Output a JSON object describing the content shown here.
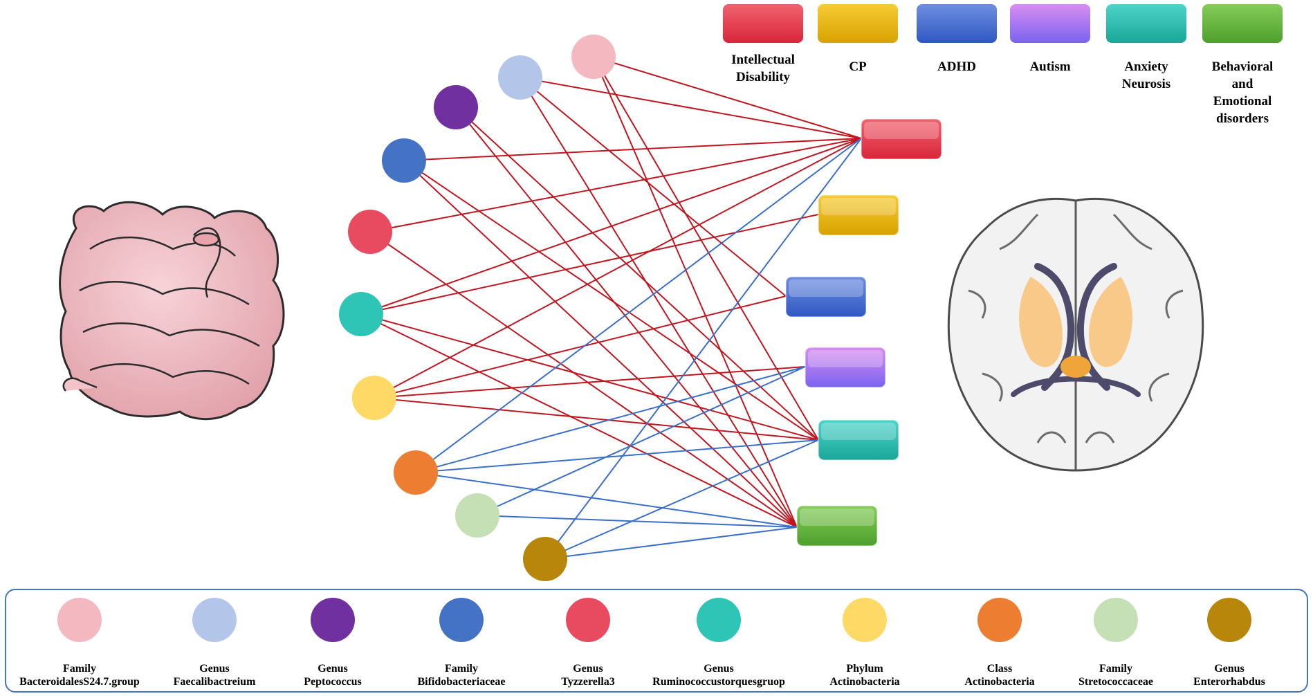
{
  "disorders": [
    {
      "key": "id",
      "lines": [
        "Intellectual",
        "Disability"
      ],
      "color_top": "#f0636f",
      "color_bottom": "#d9253a"
    },
    {
      "key": "cp",
      "lines": [
        "CP"
      ],
      "color_top": "#f6cc36",
      "color_bottom": "#d8a200"
    },
    {
      "key": "adhd",
      "lines": [
        "ADHD"
      ],
      "color_top": "#6f8ee0",
      "color_bottom": "#2f58c2"
    },
    {
      "key": "aut",
      "lines": [
        "Autism"
      ],
      "color_top": "#d98df0",
      "color_bottom": "#7a63f0"
    },
    {
      "key": "anx",
      "lines": [
        "Anxiety",
        "Neurosis"
      ],
      "color_top": "#4ed4c8",
      "color_bottom": "#1aa69a"
    },
    {
      "key": "beh",
      "lines": [
        "Behavioral",
        "and",
        "Emotional",
        "disorders"
      ],
      "color_top": "#86cc5a",
      "color_bottom": "#4e9f2c"
    }
  ],
  "taxa": [
    {
      "key": "t1",
      "lines": [
        "Family",
        "BacteroidalesS24.7.group"
      ],
      "color": "#f4b8c1"
    },
    {
      "key": "t2",
      "lines": [
        "Genus",
        "Faecalibactreium"
      ],
      "color": "#b3c6ea"
    },
    {
      "key": "t3",
      "lines": [
        "Genus",
        "Peptococcus"
      ],
      "color": "#7030a0"
    },
    {
      "key": "t4",
      "lines": [
        "Family",
        "Bifidobacteriaceae"
      ],
      "color": "#4472c4"
    },
    {
      "key": "t5",
      "lines": [
        "Genus",
        "Tyzzerella3"
      ],
      "color": "#e84a5f"
    },
    {
      "key": "t6",
      "lines": [
        "Genus",
        "Ruminococcustorquesgruop"
      ],
      "color": "#2ec4b6"
    },
    {
      "key": "t7",
      "lines": [
        "Phylum",
        "Actinobacteria"
      ],
      "color": "#ffd966"
    },
    {
      "key": "t8",
      "lines": [
        "Class",
        "Actinobacteria"
      ],
      "color": "#ed7d31"
    },
    {
      "key": "t9",
      "lines": [
        "Family",
        "Stretococcaceae"
      ],
      "color": "#c5e0b4"
    },
    {
      "key": "t10",
      "lines": [
        "Genus",
        "Enterorhabdus"
      ],
      "color": "#b8860b"
    }
  ],
  "edges": [
    {
      "from": "t1",
      "to": "id",
      "color": "#c0161f"
    },
    {
      "from": "t1",
      "to": "anx",
      "color": "#c0161f"
    },
    {
      "from": "t1",
      "to": "beh",
      "color": "#c0161f"
    },
    {
      "from": "t2",
      "to": "id",
      "color": "#c0161f"
    },
    {
      "from": "t2",
      "to": "adhd",
      "color": "#c0161f"
    },
    {
      "from": "t2",
      "to": "beh",
      "color": "#c0161f"
    },
    {
      "from": "t3",
      "to": "anx",
      "color": "#c0161f"
    },
    {
      "from": "t3",
      "to": "beh",
      "color": "#c0161f"
    },
    {
      "from": "t4",
      "to": "id",
      "color": "#c0161f"
    },
    {
      "from": "t4",
      "to": "anx",
      "color": "#c0161f"
    },
    {
      "from": "t4",
      "to": "beh",
      "color": "#c0161f"
    },
    {
      "from": "t5",
      "to": "id",
      "color": "#c0161f"
    },
    {
      "from": "t5",
      "to": "beh",
      "color": "#c0161f"
    },
    {
      "from": "t6",
      "to": "id",
      "color": "#c0161f"
    },
    {
      "from": "t6",
      "to": "cp",
      "color": "#c0161f"
    },
    {
      "from": "t6",
      "to": "anx",
      "color": "#c0161f"
    },
    {
      "from": "t6",
      "to": "beh",
      "color": "#c0161f"
    },
    {
      "from": "t7",
      "to": "id",
      "color": "#c0161f"
    },
    {
      "from": "t7",
      "to": "adhd",
      "color": "#c0161f"
    },
    {
      "from": "t7",
      "to": "aut",
      "color": "#c0161f"
    },
    {
      "from": "t7",
      "to": "anx",
      "color": "#c0161f"
    },
    {
      "from": "t8",
      "to": "id",
      "color": "#3a6fc9"
    },
    {
      "from": "t8",
      "to": "aut",
      "color": "#3a6fc9"
    },
    {
      "from": "t8",
      "to": "anx",
      "color": "#3a6fc9"
    },
    {
      "from": "t8",
      "to": "beh",
      "color": "#3a6fc9"
    },
    {
      "from": "t9",
      "to": "aut",
      "color": "#3a6fc9"
    },
    {
      "from": "t9",
      "to": "beh",
      "color": "#3a6fc9"
    },
    {
      "from": "t10",
      "to": "id",
      "color": "#3a6fc9"
    },
    {
      "from": "t10",
      "to": "anx",
      "color": "#3a6fc9"
    },
    {
      "from": "t10",
      "to": "beh",
      "color": "#3a6fc9"
    }
  ],
  "icons": {
    "left": "intestine-icon",
    "right": "brain-icon"
  },
  "legend_frame_color": "#4472c4"
}
